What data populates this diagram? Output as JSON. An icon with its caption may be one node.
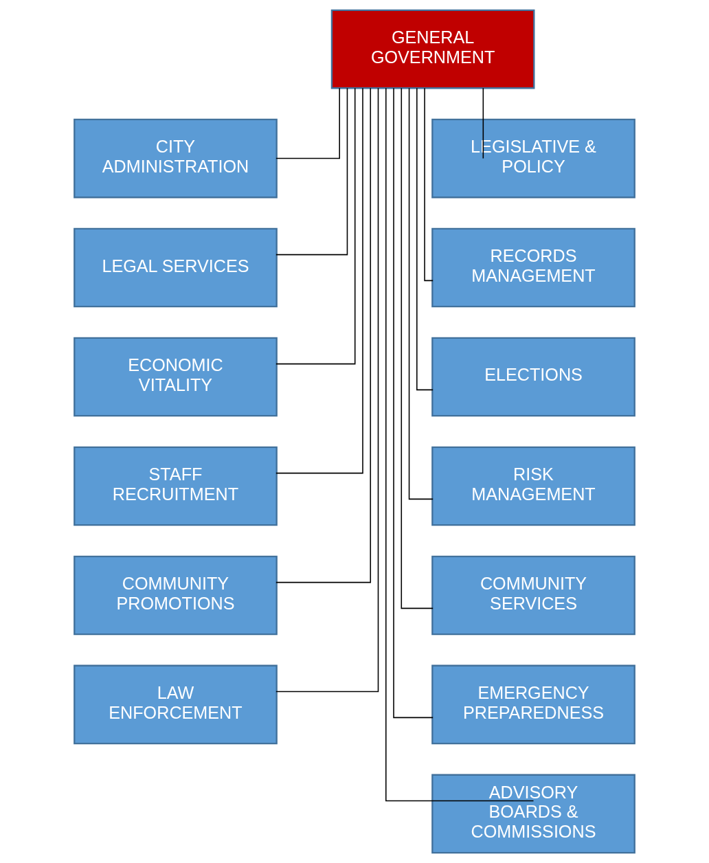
{
  "diagram": {
    "nodes": [
      {
        "text": [
          "GENERAL GOVERNMENT"
        ]
      },
      {
        "text": [
          "CITY ADMINISTRATION"
        ]
      },
      {
        "text": [
          "LEGISLATIVE & POLICY"
        ]
      },
      {
        "text": [
          "LEGAL SERVICES"
        ]
      },
      {
        "text": [
          "RECORDS MANAGEMENT"
        ]
      },
      {
        "text": [
          "ECONOMIC VITALITY"
        ]
      },
      {
        "text": [
          "ELECTIONS"
        ]
      },
      {
        "text": [
          "STAFF RECRUITMENT"
        ]
      },
      {
        "text": [
          "RISK MANAGEMENT"
        ]
      },
      {
        "text": [
          "COMMUNITY PROMOTIONS"
        ]
      },
      {
        "text": [
          "COMMUNITY SERVICES"
        ]
      },
      {
        "text": [
          "LAW ENFORCEMENT"
        ]
      },
      {
        "text": [
          "EMERGENCY PREPAREDNESS"
        ]
      },
      {
        "text": [
          "ADVISORY BOARDS & COMMISSIONS"
        ]
      }
    ],
    "edges": [
      {
        "from": 0,
        "to": 1,
        "arrow": "none"
      },
      {
        "from": 0,
        "to": 2,
        "arrow": "none"
      },
      {
        "from": 0,
        "to": 3,
        "arrow": "none"
      },
      {
        "from": 0,
        "to": 4,
        "arrow": "none"
      },
      {
        "from": 0,
        "to": 5,
        "arrow": "none"
      },
      {
        "from": 0,
        "to": 6,
        "arrow": "none"
      },
      {
        "from": 0,
        "to": 7,
        "arrow": "none"
      },
      {
        "from": 0,
        "to": 8,
        "arrow": "none"
      },
      {
        "from": 0,
        "to": 9,
        "arrow": "none"
      },
      {
        "from": 0,
        "to": 10,
        "arrow": "none"
      },
      {
        "from": 0,
        "to": 11,
        "arrow": "none"
      },
      {
        "from": 0,
        "to": 12,
        "arrow": "none"
      },
      {
        "from": 0,
        "to": 13,
        "arrow": "none"
      }
    ]
  }
}
